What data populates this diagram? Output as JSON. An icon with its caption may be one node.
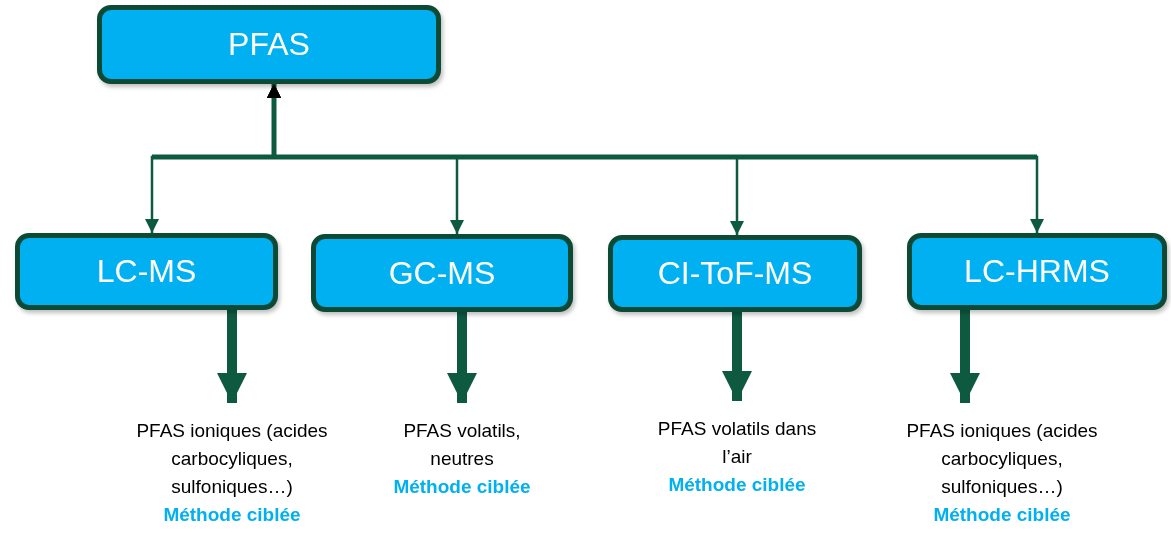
{
  "diagram": {
    "nodes": [
      {
        "text": [
          "PFAS"
        ]
      },
      {
        "text": [
          "LC-MS"
        ]
      },
      {
        "text": [
          "GC-MS"
        ]
      },
      {
        "text": [
          "CI-ToF-MS"
        ]
      },
      {
        "text": [
          "LC-HRMS"
        ]
      },
      {
        "text": [
          "PFAS ioniques (acides carbocyliques, sulfoniques…)",
          "Méthode ciblée"
        ]
      },
      {
        "text": [
          "PFAS volatils, neutres",
          "Méthode ciblée"
        ]
      },
      {
        "text": [
          "PFAS volatils dans l’air",
          "Méthode ciblée"
        ]
      },
      {
        "text": [
          "PFAS ioniques (acides carbocyliques, sulfoniques…)",
          "Méthode ciblée"
        ]
      }
    ],
    "edges": [
      {
        "from": 0,
        "to": 1,
        "arrow": "both"
      },
      {
        "from": 0,
        "to": 2,
        "arrow": "both"
      },
      {
        "from": 0,
        "to": 3,
        "arrow": "both"
      },
      {
        "from": 0,
        "to": 4,
        "arrow": "both"
      },
      {
        "from": 1,
        "to": 5,
        "arrow": "to",
        "style": "thick"
      },
      {
        "from": 2,
        "to": 6,
        "arrow": "to",
        "style": "thick"
      },
      {
        "from": 3,
        "to": 7,
        "arrow": "to",
        "style": "thick"
      },
      {
        "from": 4,
        "to": 8,
        "arrow": "to",
        "style": "thick"
      }
    ]
  }
}
